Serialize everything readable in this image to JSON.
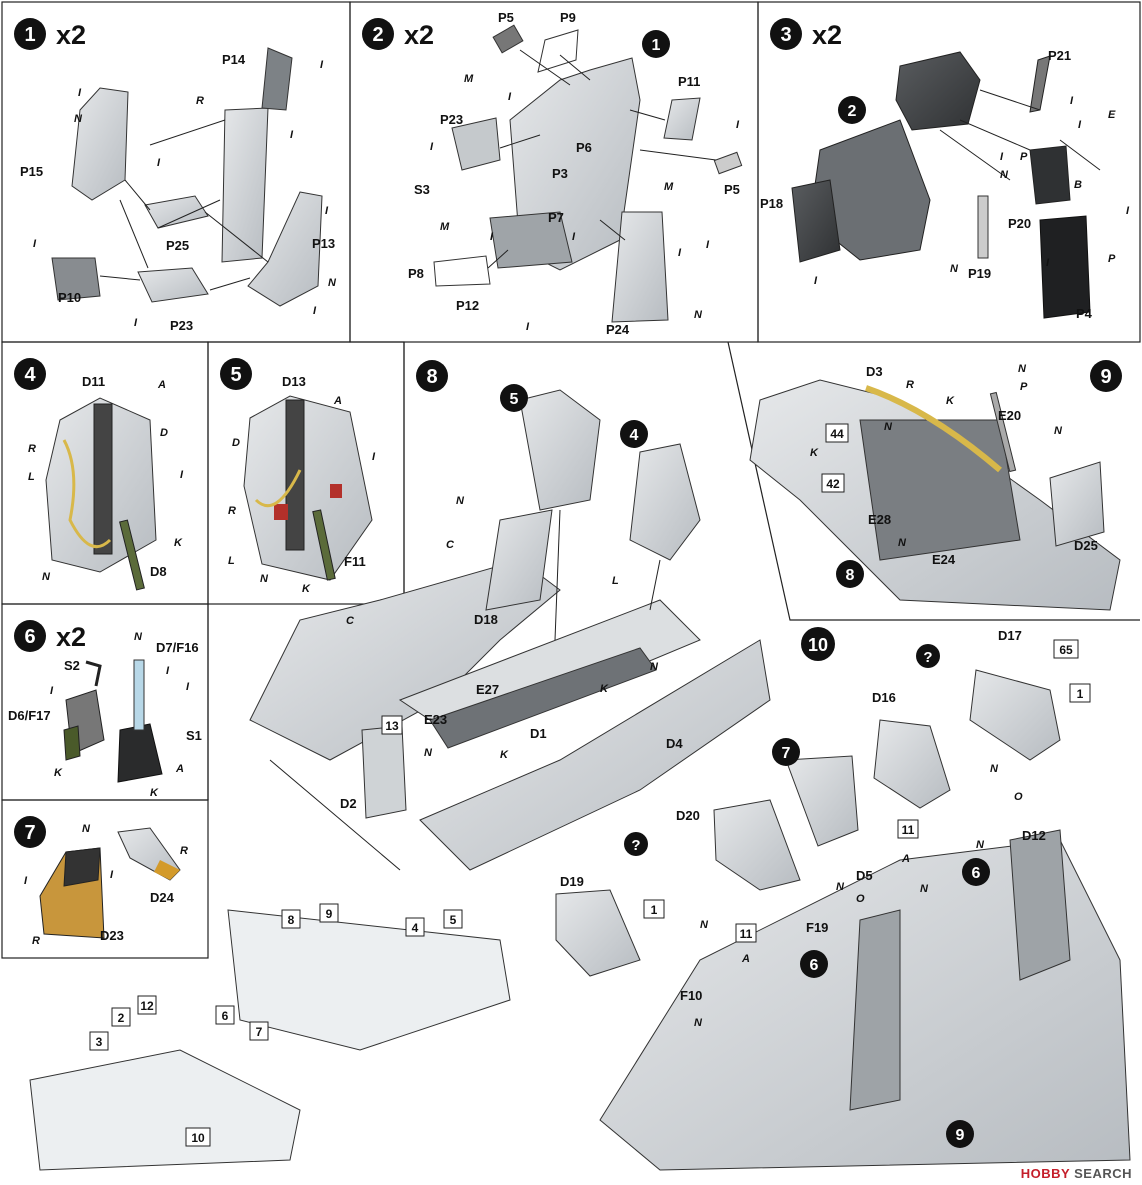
{
  "step1": {
    "num": "1",
    "mult": "x2",
    "labels": [
      "P14",
      "P15",
      "P25",
      "P13",
      "P10",
      "P23"
    ],
    "paint": [
      "I",
      "N",
      "R",
      "I",
      "I",
      "I",
      "I",
      "N",
      "I",
      "I",
      "I"
    ]
  },
  "step2": {
    "num": "2",
    "mult": "x2",
    "labels": [
      "P5",
      "P9",
      "P11",
      "P23",
      "P6",
      "P5",
      "P3",
      "S3",
      "P7",
      "P8",
      "P12",
      "P24"
    ],
    "paint": [
      "M",
      "I",
      "I",
      "I",
      "I",
      "I",
      "M",
      "M",
      "I",
      "I",
      "I",
      "N"
    ],
    "ref": "1"
  },
  "step3": {
    "num": "3",
    "mult": "x2",
    "labels": [
      "P21",
      "P18",
      "P20",
      "P19",
      "P4"
    ],
    "paint": [
      "I",
      "P",
      "I",
      "N",
      "E",
      "B",
      "I",
      "I",
      "P",
      "I",
      "N",
      "I"
    ],
    "ref": "2"
  },
  "step4": {
    "num": "4",
    "labels": [
      "D11",
      "D8"
    ],
    "paint": [
      "A",
      "R",
      "L",
      "D",
      "I",
      "K",
      "N"
    ]
  },
  "step5": {
    "num": "5",
    "labels": [
      "D13",
      "F11"
    ],
    "paint": [
      "A",
      "D",
      "I",
      "R",
      "L",
      "N",
      "K"
    ]
  },
  "step6": {
    "num": "6",
    "mult": "x2",
    "labels": [
      "S2",
      "D7/F16",
      "D6/F17",
      "S1"
    ],
    "paint": [
      "N",
      "I",
      "I",
      "I",
      "K",
      "A",
      "K"
    ]
  },
  "step7": {
    "num": "7",
    "labels": [
      "D24",
      "D23"
    ],
    "paint": [
      "N",
      "I",
      "I",
      "R",
      "R"
    ]
  },
  "step8": {
    "num": "8",
    "labels": [
      "D18",
      "E27",
      "E23",
      "D1",
      "D4",
      "D2"
    ],
    "paint": [
      "C",
      "L",
      "C",
      "N",
      "N",
      "K",
      "K",
      "N"
    ],
    "refs": [
      "5",
      "4",
      "13"
    ]
  },
  "step9": {
    "num": "9",
    "labels": [
      "D3",
      "E20",
      "D25",
      "E28",
      "E24"
    ],
    "paint": [
      "R",
      "N",
      "P",
      "K",
      "N",
      "K",
      "N",
      "N"
    ],
    "refs": [
      "44",
      "42",
      "8"
    ]
  },
  "step10": {
    "num": "10",
    "labels": [
      "D17",
      "D16",
      "D20",
      "D19",
      "D12",
      "D5",
      "F19",
      "F10"
    ],
    "paint": [
      "N",
      "N",
      "O",
      "N",
      "A",
      "N",
      "O",
      "A",
      "N",
      "N"
    ],
    "refs": [
      "65",
      "1",
      "1",
      "7",
      "11",
      "6",
      "11",
      "6",
      "9"
    ],
    "arrows": [
      "?",
      "?"
    ]
  },
  "overview": {
    "refs": [
      "8",
      "9",
      "4",
      "5",
      "2",
      "12",
      "3",
      "6",
      "7",
      "10"
    ]
  },
  "watermark": {
    "brand": "HOBBY",
    "rest": " SEARCH"
  }
}
